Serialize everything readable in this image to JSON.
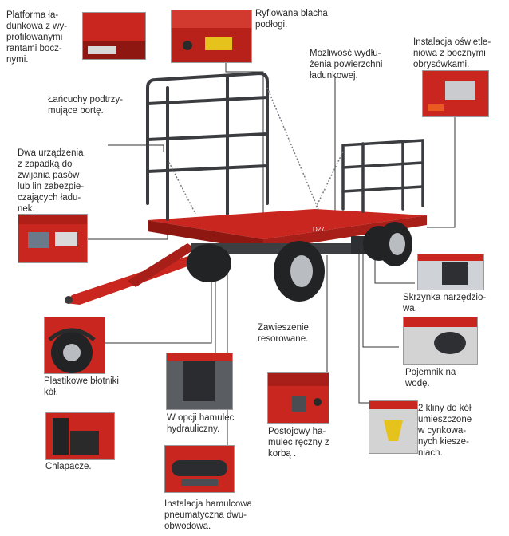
{
  "labels": {
    "platforma": "Platforma ładunkowa z wyprofilowanymi rantami bocznymi.",
    "ryflowana": "Ryflowana blacha podłogi.",
    "wydluzenie": "Możliwość wydłużenia powierzchni ładunkowej.",
    "oswietlenie": "Instalacja oświetleniowa z bocznymi obrysówkami.",
    "lancuchy": "Łańcuchy podtrzymujące bortę.",
    "zwijanie": "Dwa urządzenia z zapadką do zwijania pasów lub lin zabezpieczających ładunek.",
    "skrzynka": "Skrzynka narzędziowa.",
    "zawieszenie": "Zawieszenie resorowane.",
    "pojemnik": "Pojemnik na wodę.",
    "blotniki": "Plastikowe błotniki kół.",
    "hamulec_hydr": "W opcji hamulec hydrauliczny.",
    "kliny": "2 kliny do kół umieszczone w cynkowanych kieszeniach.",
    "postojowy": "Postojowy hamulec ręczny z korbą .",
    "chlapacze": "Chlapacze.",
    "pneumatyczna": "Instalacja hamulcowa pneumatyczna dwuobwodowa."
  },
  "label_lines": {
    "platforma": "Platforma ła-\ndunkowa z wy-\nprofilowanymi\nrantami bocz-\nnymi.",
    "ryflowana": "Ryflowana blacha\npodłogi.",
    "wydluzenie": "Możliwość wydłu-\nżenia powierzchni\nładunkowej.",
    "oswietlenie": "Instalacja oświetle-\nniowa z bocznymi\nobrysówkami.",
    "lancuchy": "Łańcuchy podtrzy-\nmujące bortę.",
    "zwijanie": "Dwa urządzenia\nz zapadką do\nzwijania pasów\nlub lin zabezpie-\nczających ładu-\nnek.",
    "skrzynka": "Skrzynka narzędzio-\nwa.",
    "zawieszenie": "Zawieszenie\nresorowane.",
    "pojemnik": "Pojemnik na\nwodę.",
    "blotniki": "Plastikowe błotniki\nkół.",
    "hamulec_hydr": "W opcji hamulec\nhydrauliczny.",
    "kliny": "2 kliny do kół\numieszczone\nw cynkowa-\nnych kiesze-\nniach.",
    "postojowy": "Postojowy ha-\nmulec ręczny z\nkorbą .",
    "chlapacze": "Chlapacze.",
    "pneumatyczna": "Instalacja hamulcowa\npneumatyczna dwu-\nobwodowa."
  },
  "platform_badge": "D27",
  "colors": {
    "trailer_red": "#c8261f",
    "dark_red": "#8e1712",
    "steel": "#4a4d52",
    "tire": "#222325",
    "rim": "#b9bcc0",
    "leader_line": "#333333",
    "thumb_border": "#9a9a9a"
  }
}
